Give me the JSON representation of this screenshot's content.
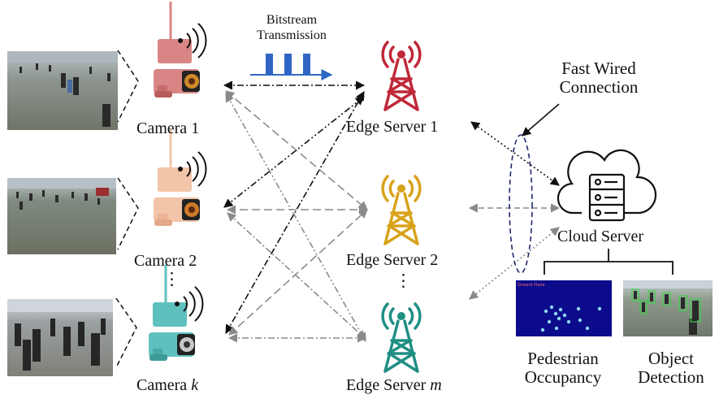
{
  "diagram": {
    "cameras": [
      {
        "prefix": "Camera ",
        "index": "1"
      },
      {
        "prefix": "Camera ",
        "index": "2"
      },
      {
        "prefix": "Camera ",
        "index": "k"
      }
    ],
    "edge_servers": [
      {
        "prefix": "Edge Server ",
        "index": "1"
      },
      {
        "prefix": "Edge Server ",
        "index": "2"
      },
      {
        "prefix": "Edge Server ",
        "index": "m"
      }
    ],
    "bitstream_label": {
      "line1": "Bitstream",
      "line2": "Transmission"
    },
    "fast_wired_label": {
      "line1": "Fast Wired",
      "line2": "Connection"
    },
    "cloud_label": "Cloud Server",
    "outputs": [
      {
        "line1": "Pedestrian",
        "line2": "Occupancy",
        "thumb_text": "Ground Plane"
      },
      {
        "line1": "Object",
        "line2": "Detection"
      }
    ],
    "ellipsis": "⋮",
    "colors": {
      "camera1": "#d98585",
      "camera2": "#f2c4a8",
      "camerak": "#5ec1be",
      "edge1": "#c0283a",
      "edge2": "#d9a21c",
      "edgem": "#1f8f84",
      "occupancy_bg": "#0b0b8c",
      "bitstream": "#2f66c4"
    },
    "icons": [
      "camera-icon",
      "wifi-icon",
      "tower-icon",
      "cloud-server-icon"
    ]
  }
}
